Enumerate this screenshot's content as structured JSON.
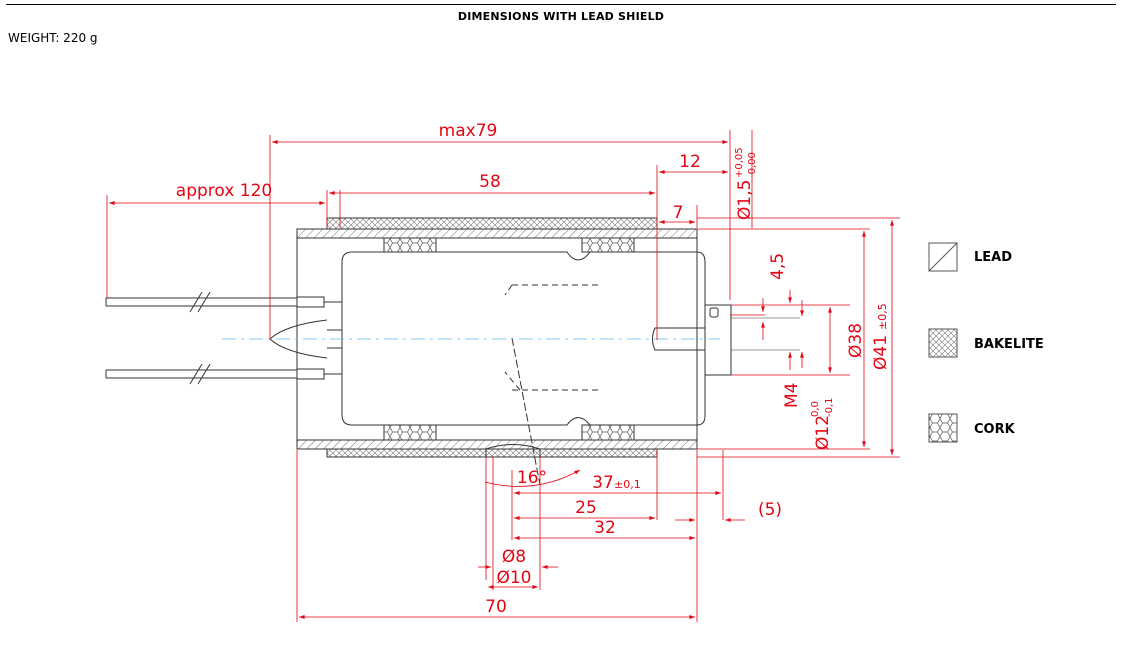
{
  "header": {
    "title": "DIMENSIONS WITH LEAD SHIELD",
    "weight": "WEIGHT: 220 g"
  },
  "dimensions": {
    "max_length": "max79",
    "lead_length": "approx 120",
    "body_length": "58",
    "dim_12": "12",
    "dim_7": "7",
    "pin_dia": "Ø1,5",
    "pin_dia_tol_upper": "+0,05",
    "pin_dia_tol_lower": "-0,00",
    "dim_4_5": "4,5",
    "dia_38": "Ø38",
    "dia_41": "Ø41",
    "dia_41_tol": "±0,5",
    "thread_m4": "M4",
    "dia_12": "Ø12",
    "dia_12_tol_upper": "0,0",
    "dia_12_tol_lower": "-0,1",
    "angle_16": "16°",
    "dim_37": "37",
    "dim_37_tol": "±0,1",
    "dim_25": "25",
    "dim_5": "(5)",
    "dim_32": "32",
    "dia_8": "Ø8",
    "dia_10": "Ø10",
    "dim_70": "70"
  },
  "legend": [
    {
      "label": "LEAD",
      "pattern": "lead-hatch"
    },
    {
      "label": "BAKELITE",
      "pattern": "crosshatch"
    },
    {
      "label": "CORK",
      "pattern": "cork-hex"
    }
  ],
  "colors": {
    "dimension": "#e30613",
    "centerline": "#5bb8e8",
    "outline": "#333333"
  }
}
